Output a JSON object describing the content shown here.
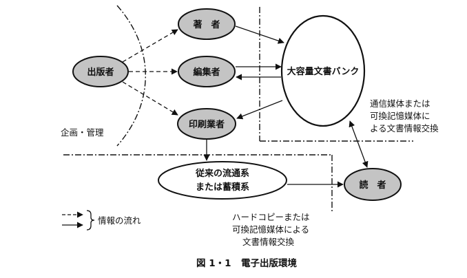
{
  "nodes": {
    "publisher": "出版者",
    "author": "著　者",
    "editor": "編集者",
    "printer": "印刷業者",
    "bank": "大容量文書バンク",
    "reader": "読　者",
    "traditional_line1": "従来の流通系",
    "traditional_line2": "または蓄積系"
  },
  "annotations": {
    "planning": "企画・管理",
    "exchange_line1": "通信媒体または",
    "exchange_line2": "可換記憶媒体に",
    "exchange_line3": "よる文書情報交換",
    "hardcopy_line1": "ハードコピーまたは",
    "hardcopy_line2": "可換記憶媒体による",
    "hardcopy_line3": "文書情報交換"
  },
  "legend": {
    "label": "情報の流れ"
  },
  "caption": {
    "number": "図 1・1",
    "title": "電子出版環境"
  }
}
